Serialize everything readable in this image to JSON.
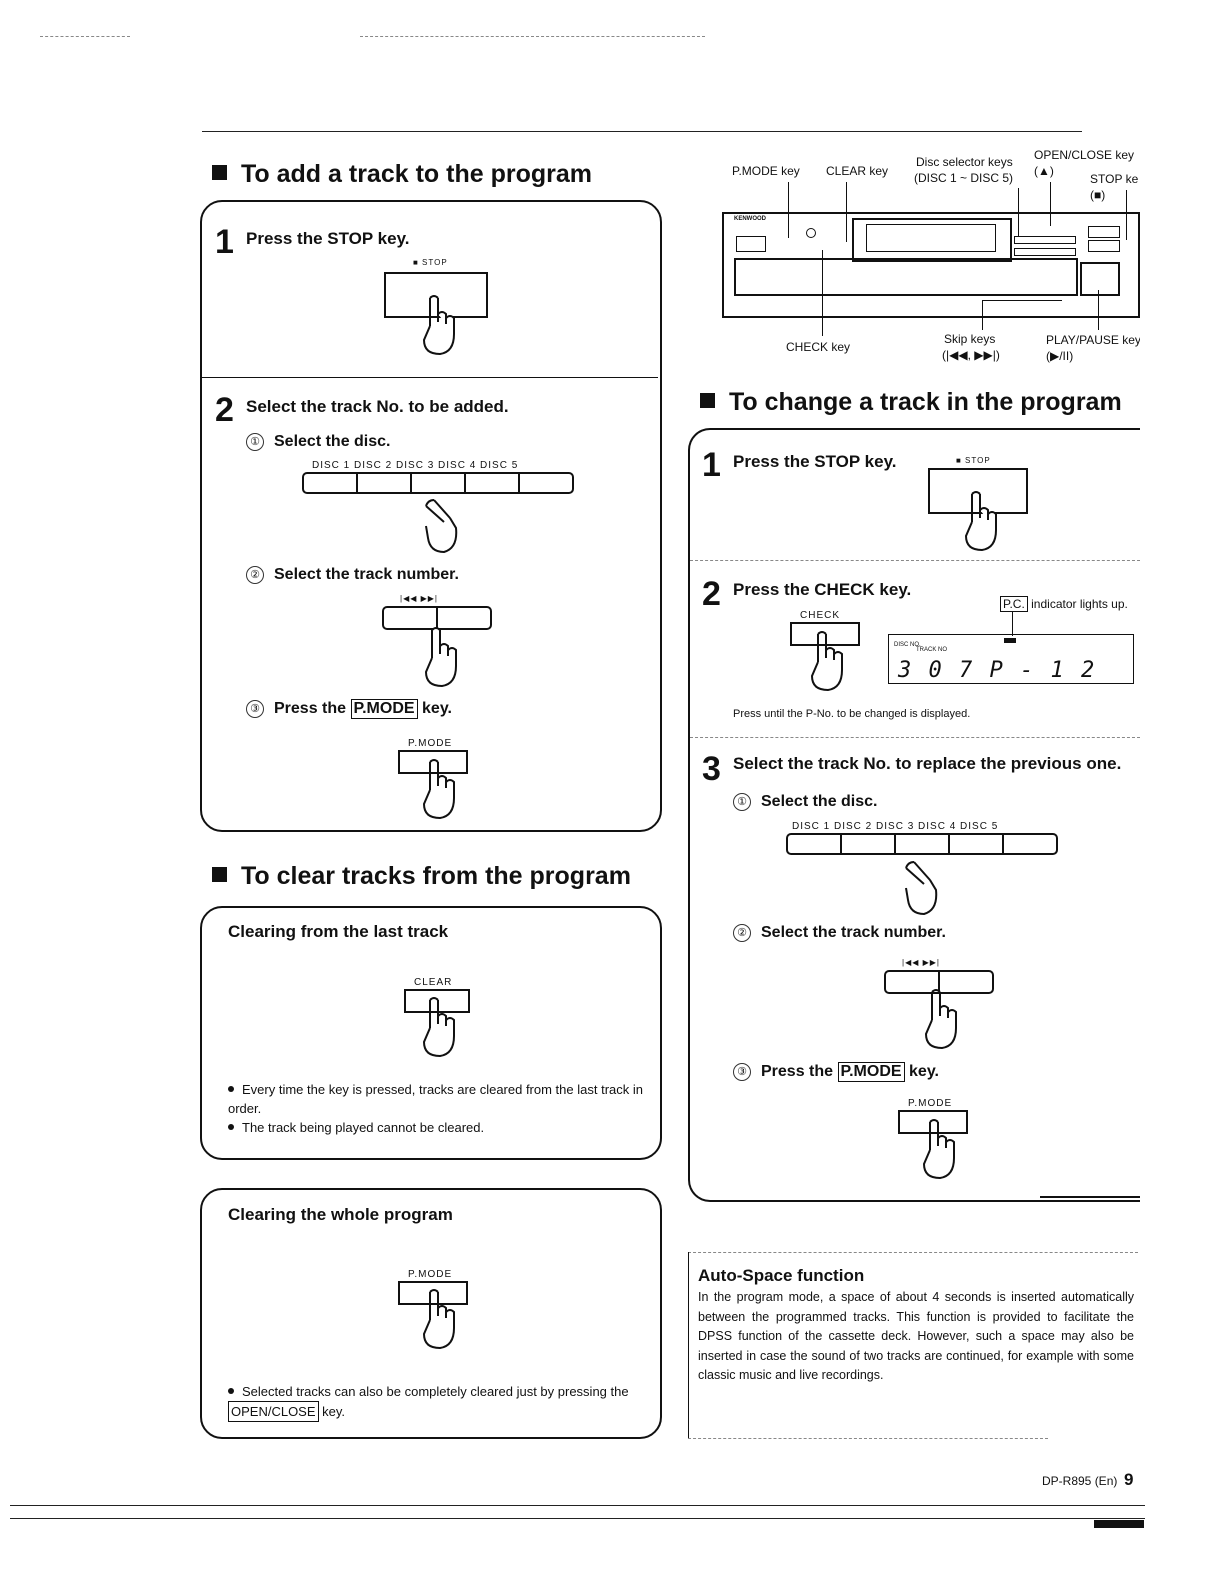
{
  "sections": {
    "add": {
      "title": "To add a track to the program",
      "step1": {
        "num": "1",
        "text": "Press the STOP key.",
        "key_label": "■ STOP"
      },
      "step2": {
        "num": "2",
        "text": "Select the track No. to be added.",
        "sub1": {
          "num": "①",
          "text": "Select the disc."
        },
        "disc_labels": "DISC 1  DISC 2  DISC 3  DISC 4  DISC 5",
        "sub2": {
          "num": "②",
          "text": "Select the track number."
        },
        "skip_labels": "|◀◀     ▶▶|",
        "sub3": {
          "num": "③",
          "pre": "Press the",
          "key": "P.MODE",
          "post": "key."
        },
        "pmode_label": "P.MODE"
      }
    },
    "clear": {
      "title": "To clear tracks from the program",
      "last": {
        "title": "Clearing from the last track",
        "key_label": "CLEAR",
        "notes": [
          "Every time the key is pressed, tracks are cleared from the last track in order.",
          "The track being played cannot be cleared."
        ]
      },
      "whole": {
        "title": "Clearing the whole program",
        "key_label": "P.MODE",
        "note_pre": "Selected tracks can also be completely cleared just by pressing the",
        "note_key": "OPEN/CLOSE",
        "note_post": "key."
      }
    },
    "device": {
      "pmode": "P.MODE key",
      "clear": "CLEAR key",
      "disc_sel": "Disc selector keys",
      "disc_sel_keys": "(DISC 1 ~ DISC 5)",
      "open_close": "OPEN/CLOSE key",
      "open_close_sym": "(▲)",
      "stop": "STOP key",
      "stop_sym": "(■)",
      "check": "CHECK key",
      "skip": "Skip keys",
      "skip_sym": "(|◀◀, ▶▶|)",
      "play": "PLAY/PAUSE key",
      "play_sym": "(▶/II)",
      "brand": "KENWOOD"
    },
    "change": {
      "title": "To change a track in the program",
      "step1": {
        "num": "1",
        "text": "Press the STOP key.",
        "key_label": "■ STOP"
      },
      "step2": {
        "num": "2",
        "text": "Press the CHECK key.",
        "key_label": "CHECK",
        "indicator_key": "P.C.",
        "indicator_text": "indicator lights up.",
        "lcd_disc": "DISC NO.",
        "lcd_track": "TRACK NO",
        "lcd_value": "3 0 7  P -  1 2",
        "note": "Press until the P-No. to be changed is displayed."
      },
      "step3": {
        "num": "3",
        "text": "Select the track No. to replace the previous one.",
        "sub1": {
          "num": "①",
          "text": "Select the disc."
        },
        "disc_labels": "DISC 1  DISC 2  DISC 3  DISC 4  DISC 5",
        "sub2": {
          "num": "②",
          "text": "Select the track number."
        },
        "skip_labels": "|◀◀     ▶▶|",
        "sub3": {
          "num": "③",
          "pre": "Press the",
          "key": "P.MODE",
          "post": "key."
        },
        "pmode_label": "P.MODE"
      }
    },
    "autospace": {
      "title": "Auto-Space function",
      "body": "In the program mode, a space of about 4 seconds is inserted automatically between the programmed tracks. This function is provided to facilitate the DPSS function of the cassette deck. However, such a space may also be inserted in case the sound of two tracks are continued, for example with some classic music and live recordings."
    }
  },
  "footer": {
    "model": "DP-R895 (En)",
    "page": "9"
  }
}
